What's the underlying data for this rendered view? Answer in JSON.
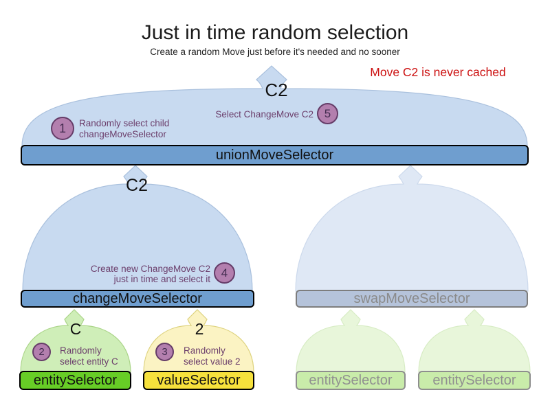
{
  "title": "Just in time random selection",
  "subtitle": "Create a random Move just before it's needed and no sooner",
  "note": "Move C2 is never cached",
  "colors": {
    "bar_blue": "#6f9ecf",
    "funnel_blue": "#c8daf0",
    "bar_green": "#67cd26",
    "bar_yellow": "#f6e13c",
    "annotation_purple": "#6b3e6b",
    "circle_fill": "#b37fae",
    "note_red": "#cc1111"
  },
  "annotations": [
    {
      "step": "1",
      "lines": [
        "Randomly select child",
        "changeMoveSelector"
      ]
    },
    {
      "step": "2",
      "lines": [
        "Randomly",
        "select entity C"
      ]
    },
    {
      "step": "3",
      "lines": [
        "Randomly",
        "select value 2"
      ]
    },
    {
      "step": "4",
      "lines": [
        "Create new ChangeMove C2",
        "just in time and select it"
      ]
    },
    {
      "step": "5",
      "lines": [
        "Select ChangeMove C2"
      ]
    }
  ],
  "selectors": {
    "union": {
      "label": "unionMoveSelector",
      "move": "C2"
    },
    "change": {
      "label": "changeMoveSelector",
      "move": "C2"
    },
    "swap": {
      "label": "swapMoveSelector"
    },
    "entity": {
      "label": "entitySelector",
      "selected": "C"
    },
    "value": {
      "label": "valueSelector",
      "selected": "2"
    },
    "entity_alt_1": {
      "label": "entitySelector"
    },
    "entity_alt_2": {
      "label": "entitySelector"
    }
  }
}
